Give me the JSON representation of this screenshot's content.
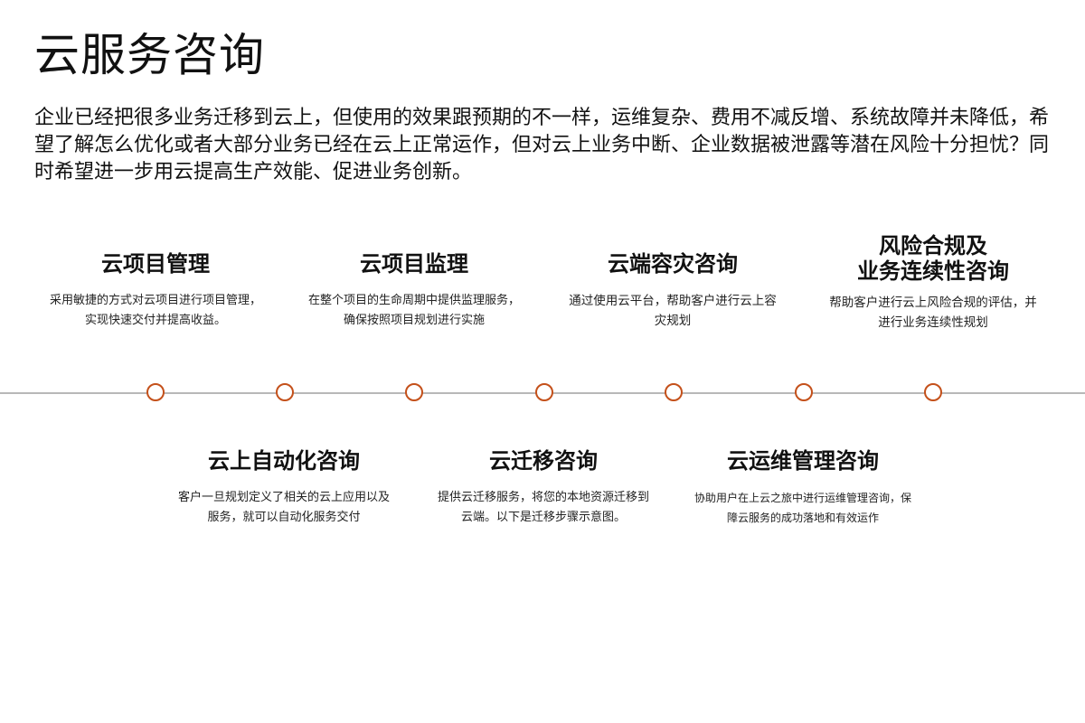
{
  "header": {
    "title": "云服务咨询",
    "intro": "企业已经把很多业务迁移到云上，但使用的效果跟预期的不一样，运维复杂、费用不减反增、系统故障并未降低，希望了解怎么优化或者大部分业务已经在云上正常运作，但对云上业务中断、企业数据被泄露等潜在风险十分担忧？同时希望进一步用云提高生产效能、促进业务创新。"
  },
  "timeline": {
    "accent_color": "#c4501a",
    "line_color": "#b8b8b8",
    "node_count": 7,
    "top_cards": [
      {
        "title": "云项目管理",
        "desc": "采用敏捷的方式对云项目进行项目管理，实现快速交付并提高收益。"
      },
      {
        "title": "云项目监理",
        "desc": "在整个项目的生命周期中提供监理服务，确保按照项目规划进行实施"
      },
      {
        "title": "云端容灾咨询",
        "desc": "通过使用云平台，帮助客户进行云上容灾规划"
      },
      {
        "title": "风险合规及\n业务连续性咨询",
        "desc": "帮助客户进行云上风险合规的评估，并进行业务连续性规划"
      }
    ],
    "bottom_cards": [
      {
        "title": "云上自动化咨询",
        "desc": "客户一旦规划定义了相关的云上应用以及服务，就可以自动化服务交付"
      },
      {
        "title": "云迁移咨询",
        "desc": "提供云迁移服务，将您的本地资源迁移到云端。以下是迁移步骤示意图。"
      },
      {
        "title": "云运维管理咨询",
        "desc": "协助用户在上云之旅中进行运维管理咨询，保障云服务的成功落地和有效运作"
      }
    ]
  }
}
